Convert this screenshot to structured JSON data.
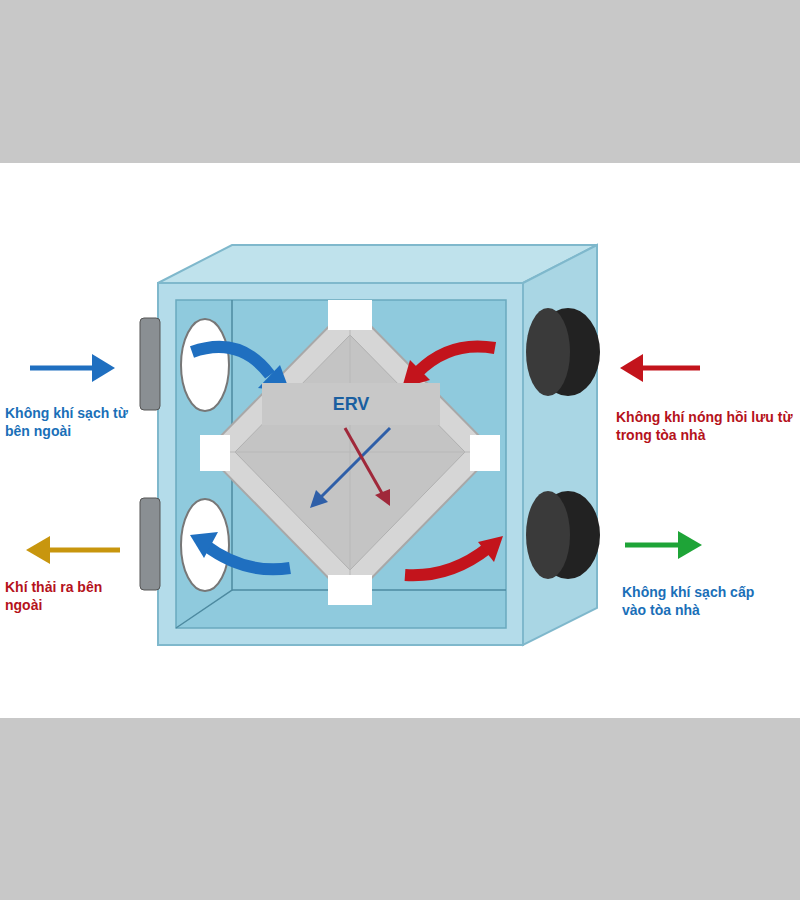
{
  "diagram": {
    "nodes": [
      {
        "text": [
          "ERV"
        ]
      }
    ],
    "labels": [
      "Không khí sạch từ bên ngoài",
      "Không khí nóng hồi lưu từ trong tòa nhà",
      "Khí thải ra bên ngoài",
      "Không khí sạch cấp vào tòa nhà"
    ]
  }
}
